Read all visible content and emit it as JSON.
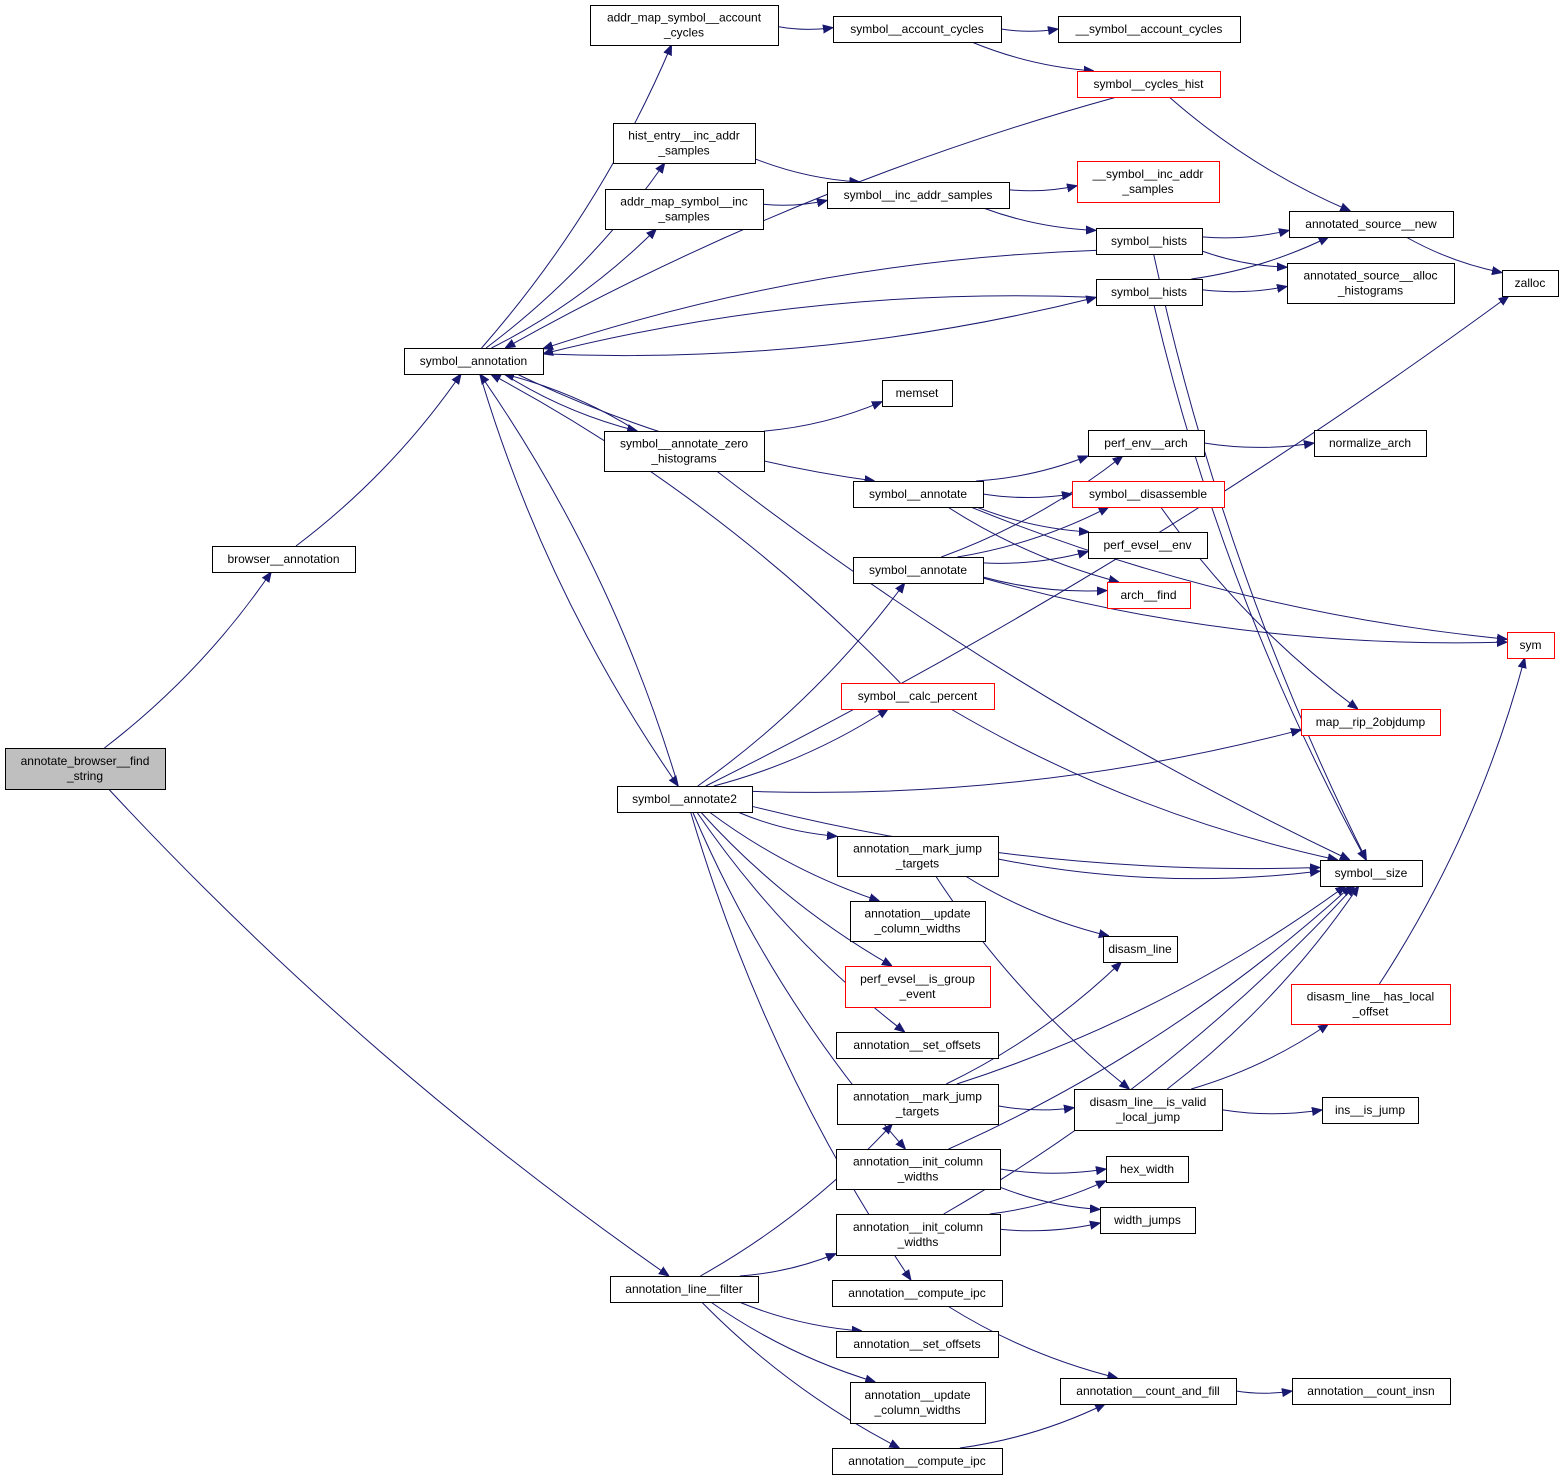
{
  "title": "Call graph for annotate_browser__find_string",
  "colors": {
    "edge": "#191970",
    "node_border": "#000000",
    "truncated_border": "#ff0000",
    "root_fill": "#bfbfbf"
  },
  "nodes": [
    {
      "id": "root",
      "lines": [
        "annotate_browser__find",
        "_string"
      ],
      "style": "root"
    },
    {
      "id": "browser_annotation",
      "lines": [
        "browser__annotation"
      ],
      "style": "normal"
    },
    {
      "id": "symbol_annotation",
      "lines": [
        "symbol__annotation"
      ],
      "style": "normal"
    },
    {
      "id": "addr_map_symbol_account_cycles",
      "lines": [
        "addr_map_symbol__account",
        "_cycles"
      ],
      "style": "normal"
    },
    {
      "id": "symbol_account_cycles",
      "lines": [
        "symbol__account_cycles"
      ],
      "style": "normal"
    },
    {
      "id": "__symbol_account_cycles",
      "lines": [
        "__symbol__account_cycles"
      ],
      "style": "normal"
    },
    {
      "id": "symbol_cycles_hist",
      "lines": [
        "symbol__cycles_hist"
      ],
      "style": "red"
    },
    {
      "id": "hist_entry_inc_addr_samples",
      "lines": [
        "hist_entry__inc_addr",
        "_samples"
      ],
      "style": "normal"
    },
    {
      "id": "addr_map_symbol_inc_samples",
      "lines": [
        "addr_map_symbol__inc",
        "_samples"
      ],
      "style": "normal"
    },
    {
      "id": "symbol_inc_addr_samples",
      "lines": [
        "symbol__inc_addr_samples"
      ],
      "style": "normal"
    },
    {
      "id": "__symbol_inc_addr_samples",
      "lines": [
        "__symbol__inc_addr",
        "_samples"
      ],
      "style": "red"
    },
    {
      "id": "symbol_hists_1",
      "lines": [
        "symbol__hists"
      ],
      "style": "normal"
    },
    {
      "id": "symbol_hists_2",
      "lines": [
        "symbol__hists"
      ],
      "style": "normal"
    },
    {
      "id": "annotated_source_new",
      "lines": [
        "annotated_source__new"
      ],
      "style": "normal"
    },
    {
      "id": "annotated_source_alloc_histograms",
      "lines": [
        "annotated_source__alloc",
        "_histograms"
      ],
      "style": "normal"
    },
    {
      "id": "zalloc",
      "lines": [
        "zalloc"
      ],
      "style": "normal"
    },
    {
      "id": "memset",
      "lines": [
        "memset"
      ],
      "style": "normal"
    },
    {
      "id": "symbol_annotate_zero_histograms",
      "lines": [
        "symbol__annotate_zero",
        "_histograms"
      ],
      "style": "normal"
    },
    {
      "id": "symbol_annotate_1",
      "lines": [
        "symbol__annotate"
      ],
      "style": "normal"
    },
    {
      "id": "symbol_annotate_2",
      "lines": [
        "symbol__annotate"
      ],
      "style": "normal"
    },
    {
      "id": "perf_env_arch",
      "lines": [
        "perf_env__arch"
      ],
      "style": "normal"
    },
    {
      "id": "normalize_arch",
      "lines": [
        "normalize_arch"
      ],
      "style": "normal"
    },
    {
      "id": "symbol_disassemble",
      "lines": [
        "symbol__disassemble"
      ],
      "style": "red"
    },
    {
      "id": "perf_evsel_env",
      "lines": [
        "perf_evsel__env"
      ],
      "style": "normal"
    },
    {
      "id": "arch_find",
      "lines": [
        "arch__find"
      ],
      "style": "red"
    },
    {
      "id": "sym",
      "lines": [
        "sym"
      ],
      "style": "red"
    },
    {
      "id": "symbol_calc_percent",
      "lines": [
        "symbol__calc_percent"
      ],
      "style": "red"
    },
    {
      "id": "map_rip_2objdump",
      "lines": [
        "map__rip_2objdump"
      ],
      "style": "red"
    },
    {
      "id": "symbol_annotate2",
      "lines": [
        "symbol__annotate2"
      ],
      "style": "normal"
    },
    {
      "id": "annotation_mark_jump_targets_1",
      "lines": [
        "annotation__mark_jump",
        "_targets"
      ],
      "style": "normal"
    },
    {
      "id": "symbol_size",
      "lines": [
        "symbol__size"
      ],
      "style": "normal"
    },
    {
      "id": "annotation_update_column_widths_1",
      "lines": [
        "annotation__update",
        "_column_widths"
      ],
      "style": "normal"
    },
    {
      "id": "disasm_line",
      "lines": [
        "disasm_line"
      ],
      "style": "normal"
    },
    {
      "id": "perf_evsel_is_group_event",
      "lines": [
        "perf_evsel__is_group",
        "_event"
      ],
      "style": "red"
    },
    {
      "id": "disasm_line_has_local_offset",
      "lines": [
        "disasm_line__has_local",
        "_offset"
      ],
      "style": "red"
    },
    {
      "id": "annotation_set_offsets_1",
      "lines": [
        "annotation__set_offsets"
      ],
      "style": "normal"
    },
    {
      "id": "annotation_mark_jump_targets_2",
      "lines": [
        "annotation__mark_jump",
        "_targets"
      ],
      "style": "normal"
    },
    {
      "id": "disasm_line_is_valid_local_jump",
      "lines": [
        "disasm_line__is_valid",
        "_local_jump"
      ],
      "style": "normal"
    },
    {
      "id": "ins_is_jump",
      "lines": [
        "ins__is_jump"
      ],
      "style": "normal"
    },
    {
      "id": "annotation_init_column_widths_1",
      "lines": [
        "annotation__init_column",
        "_widths"
      ],
      "style": "normal"
    },
    {
      "id": "hex_width",
      "lines": [
        "hex_width"
      ],
      "style": "normal"
    },
    {
      "id": "annotation_init_column_widths_2",
      "lines": [
        "annotation__init_column",
        "_widths"
      ],
      "style": "normal"
    },
    {
      "id": "width_jumps",
      "lines": [
        "width_jumps"
      ],
      "style": "normal"
    },
    {
      "id": "annotation_line_filter",
      "lines": [
        "annotation_line__filter"
      ],
      "style": "normal"
    },
    {
      "id": "annotation_compute_ipc_1",
      "lines": [
        "annotation__compute_ipc"
      ],
      "style": "normal"
    },
    {
      "id": "annotation_set_offsets_2",
      "lines": [
        "annotation__set_offsets"
      ],
      "style": "normal"
    },
    {
      "id": "annotation_update_column_widths_2",
      "lines": [
        "annotation__update",
        "_column_widths"
      ],
      "style": "normal"
    },
    {
      "id": "annotation_count_and_fill",
      "lines": [
        "annotation__count_and_fill"
      ],
      "style": "normal"
    },
    {
      "id": "annotation_count_insn",
      "lines": [
        "annotation__count_insn"
      ],
      "style": "normal"
    },
    {
      "id": "annotation_compute_ipc_2",
      "lines": [
        "annotation__compute_ipc"
      ],
      "style": "normal"
    }
  ],
  "edges": [
    [
      "root",
      "browser_annotation"
    ],
    [
      "root",
      "annotation_line_filter"
    ],
    [
      "browser_annotation",
      "symbol_annotation"
    ],
    [
      "symbol_annotation",
      "addr_map_symbol_account_cycles"
    ],
    [
      "symbol_annotation",
      "hist_entry_inc_addr_samples"
    ],
    [
      "symbol_annotation",
      "addr_map_symbol_inc_samples"
    ],
    [
      "symbol_annotation",
      "symbol_hists_2"
    ],
    [
      "symbol_annotation",
      "symbol_annotate_zero_histograms"
    ],
    [
      "symbol_annotation",
      "symbol_annotate_1"
    ],
    [
      "symbol_annotation",
      "symbol_annotate2"
    ],
    [
      "symbol_cycles_hist",
      "symbol_annotation"
    ],
    [
      "symbol_hists_1",
      "symbol_annotation"
    ],
    [
      "symbol_hists_2",
      "symbol_annotation"
    ],
    [
      "symbol_annotate_zero_histograms",
      "symbol_annotation"
    ],
    [
      "symbol_calc_percent",
      "symbol_annotation"
    ],
    [
      "symbol_annotate2",
      "symbol_annotation"
    ],
    [
      "addr_map_symbol_account_cycles",
      "symbol_account_cycles"
    ],
    [
      "symbol_account_cycles",
      "__symbol_account_cycles"
    ],
    [
      "symbol_account_cycles",
      "symbol_cycles_hist"
    ],
    [
      "symbol_cycles_hist",
      "annotated_source_new"
    ],
    [
      "hist_entry_inc_addr_samples",
      "symbol_inc_addr_samples"
    ],
    [
      "addr_map_symbol_inc_samples",
      "symbol_inc_addr_samples"
    ],
    [
      "symbol_inc_addr_samples",
      "__symbol_inc_addr_samples"
    ],
    [
      "symbol_inc_addr_samples",
      "symbol_hists_1"
    ],
    [
      "symbol_hists_1",
      "annotated_source_new"
    ],
    [
      "symbol_hists_1",
      "annotated_source_alloc_histograms"
    ],
    [
      "symbol_hists_1",
      "symbol_size"
    ],
    [
      "symbol_hists_2",
      "annotated_source_new"
    ],
    [
      "symbol_hists_2",
      "annotated_source_alloc_histograms"
    ],
    [
      "symbol_hists_2",
      "symbol_size"
    ],
    [
      "annotated_source_new",
      "zalloc"
    ],
    [
      "symbol_annotate2",
      "zalloc"
    ],
    [
      "symbol_annotate_zero_histograms",
      "memset"
    ],
    [
      "symbol_annotate_zero_histograms",
      "symbol_size"
    ],
    [
      "symbol_annotate_1",
      "perf_env_arch"
    ],
    [
      "symbol_annotate_1",
      "symbol_disassemble"
    ],
    [
      "symbol_annotate_1",
      "perf_evsel_env"
    ],
    [
      "symbol_annotate_1",
      "arch_find"
    ],
    [
      "symbol_annotate_1",
      "sym"
    ],
    [
      "symbol_annotate_2",
      "perf_env_arch"
    ],
    [
      "symbol_annotate_2",
      "symbol_disassemble"
    ],
    [
      "symbol_annotate_2",
      "perf_evsel_env"
    ],
    [
      "symbol_annotate_2",
      "arch_find"
    ],
    [
      "symbol_annotate_2",
      "sym"
    ],
    [
      "perf_env_arch",
      "normalize_arch"
    ],
    [
      "symbol_disassemble",
      "map_rip_2objdump"
    ],
    [
      "symbol_annotate2",
      "symbol_annotate_2"
    ],
    [
      "symbol_annotate2",
      "symbol_calc_percent"
    ],
    [
      "symbol_annotate2",
      "map_rip_2objdump"
    ],
    [
      "symbol_annotate2",
      "symbol_size"
    ],
    [
      "symbol_annotate2",
      "annotation_mark_jump_targets_1"
    ],
    [
      "symbol_annotate2",
      "annotation_update_column_widths_1"
    ],
    [
      "symbol_annotate2",
      "perf_evsel_is_group_event"
    ],
    [
      "symbol_annotate2",
      "annotation_set_offsets_1"
    ],
    [
      "symbol_annotate2",
      "annotation_init_column_widths_1"
    ],
    [
      "symbol_annotate2",
      "annotation_compute_ipc_1"
    ],
    [
      "symbol_calc_percent",
      "symbol_size"
    ],
    [
      "annotation_mark_jump_targets_1",
      "symbol_size"
    ],
    [
      "annotation_mark_jump_targets_1",
      "disasm_line"
    ],
    [
      "annotation_mark_jump_targets_1",
      "disasm_line_is_valid_local_jump"
    ],
    [
      "disasm_line_has_local_offset",
      "sym"
    ],
    [
      "annotation_mark_jump_targets_2",
      "disasm_line"
    ],
    [
      "annotation_mark_jump_targets_2",
      "symbol_size"
    ],
    [
      "annotation_mark_jump_targets_2",
      "disasm_line_is_valid_local_jump"
    ],
    [
      "disasm_line_is_valid_local_jump",
      "symbol_size"
    ],
    [
      "disasm_line_is_valid_local_jump",
      "disasm_line_has_local_offset"
    ],
    [
      "disasm_line_is_valid_local_jump",
      "ins_is_jump"
    ],
    [
      "annotation_init_column_widths_1",
      "hex_width"
    ],
    [
      "annotation_init_column_widths_1",
      "width_jumps"
    ],
    [
      "annotation_init_column_widths_1",
      "symbol_size"
    ],
    [
      "annotation_init_column_widths_2",
      "hex_width"
    ],
    [
      "annotation_init_column_widths_2",
      "width_jumps"
    ],
    [
      "annotation_init_column_widths_2",
      "symbol_size"
    ],
    [
      "annotation_line_filter",
      "annotation_mark_jump_targets_2"
    ],
    [
      "annotation_line_filter",
      "annotation_init_column_widths_2"
    ],
    [
      "annotation_line_filter",
      "annotation_set_offsets_2"
    ],
    [
      "annotation_line_filter",
      "annotation_update_column_widths_2"
    ],
    [
      "annotation_line_filter",
      "annotation_compute_ipc_2"
    ],
    [
      "annotation_compute_ipc_1",
      "annotation_count_and_fill"
    ],
    [
      "annotation_compute_ipc_2",
      "annotation_count_and_fill"
    ],
    [
      "annotation_count_and_fill",
      "annotation_count_insn"
    ]
  ]
}
